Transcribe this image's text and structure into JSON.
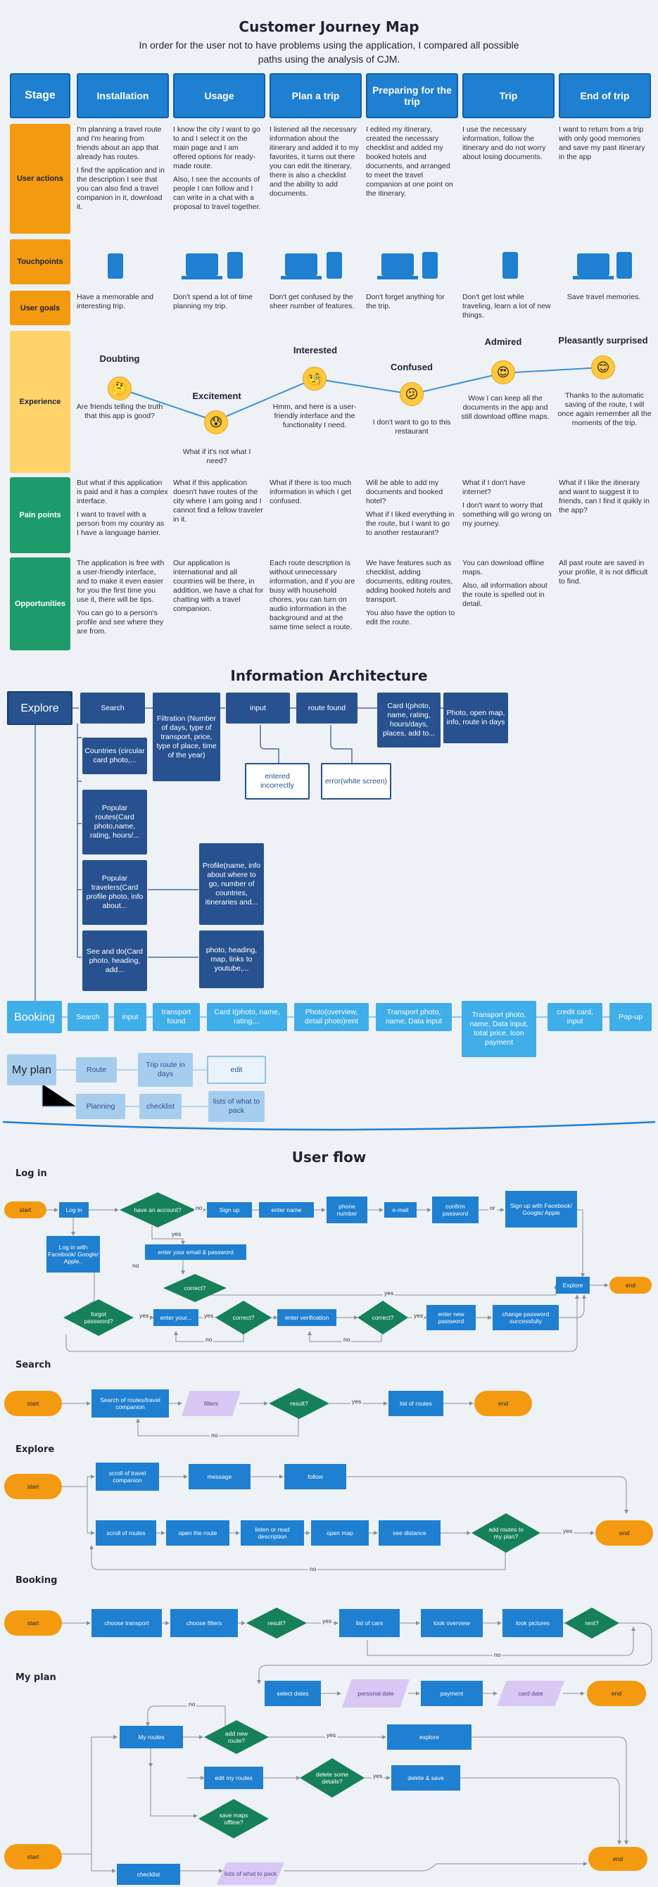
{
  "cjm": {
    "title": "Customer Journey Map",
    "subtitle": "In order for the user not to have problems using the application, I compared all possible paths using the analysis of CJM.",
    "stage_label": "Stage",
    "stages": [
      "Installation",
      "Usage",
      "Plan a trip",
      "Preparing for the trip",
      "Trip",
      "End of trip"
    ],
    "rows": {
      "user_actions": "User actions",
      "touchpoints": "Touchpoints",
      "user_goals": "User goals",
      "experience": "Experience",
      "pain_points": "Pain points",
      "opportunities": "Opportunities"
    },
    "actions": [
      [
        "I'm planning a travel route and I'm hearing from friends about an app that already has routes.",
        "I find the application and in the description I see that you can also find a travel companion in it, download it."
      ],
      [
        "I know the city I want to go to and I select it on the main page and I am offered options for ready-made route.",
        "Also, I see the accounts of people I can follow and I can write in a chat with a proposal to travel together."
      ],
      [
        "I listened all the necessary information about the itinerary and added it to my favorites, it turns out there you can edit the itinerary, there is also a checklist and the ability to add documents."
      ],
      [
        "I edited my itinerary, created the necessary checklist and added my booked hotels and documents, and arranged to meet the travel companion at one point on the itinerary."
      ],
      [
        "I use the necessary information, follow the itinerary and do not worry about losing documents."
      ],
      [
        "I want to return from a trip with only good memories and save my past itinerary in the app"
      ]
    ],
    "goals": [
      "Have a memorable and interesting trip.",
      "Don't spend a lot of time planning my trip.",
      "Don't get confused by the sheer number of features.",
      "Don't forget anything for the trip.",
      "Don't get lost while traveling, learn a lot of new things.",
      "Save travel memories."
    ],
    "experience": [
      {
        "title": "Doubting",
        "text": "Are friends telling the truth that this app is good?"
      },
      {
        "title": "Excitement",
        "text": "What if it's not what I need?"
      },
      {
        "title": "Interested",
        "text": "Hmm, and here is a user-friendly interface and the functionality I need."
      },
      {
        "title": "Confused",
        "text": "I don't want to go to this restaurant"
      },
      {
        "title": "Admired",
        "text": "Wow I can keep all the documents in the app and still download offline maps."
      },
      {
        "title": "Pleasantly surprised",
        "text": "Thanks to the automatic saving of the route, I will once again remember all the moments of the trip."
      }
    ],
    "pains": [
      [
        "But what if this application is paid and it has a complex interface.",
        "I want to travel with a person from my country as I have a language barrier."
      ],
      [
        "What if this application doesn't have routes of the city where I am going and I cannot find a fellow traveler in it."
      ],
      [
        "What if there is too much information in which I get confused."
      ],
      [
        "Will be able to add my documents and booked hotel?",
        "What if I liked everything in the route, but I want to go to another restaurant?"
      ],
      [
        "What if I don't have internet?",
        "I don't want to worry that something will go wrong on my journey."
      ],
      [
        "What if I like the itinerary and want to suggest it to friends, can I find it quikly in the app?"
      ]
    ],
    "opps": [
      [
        "The application is free with a user-friendly interface, and to make it even easier for you the first time you use it, there will be tips.",
        "You can go to a person's profile and see where they are from."
      ],
      [
        "Our application is international and all countries will be there, in addition, we have a chat for chatting with a travel companion."
      ],
      [
        "Each route description is without unnecessary information, and if you are busy with household chores, you can turn on audio information in the background and at the same time select a route."
      ],
      [
        "We have features such as checklist, adding documents, editing routes, adding booked hotels and transport.",
        "You also have the option to edit the route."
      ],
      [
        "You can download offline maps.",
        "Also, all information about the route is spelled out in detail."
      ],
      [
        "All past route are saved in your profile, it is not difficult to find."
      ]
    ]
  },
  "ia": {
    "title": "Information Architecture",
    "explore": "Explore",
    "search": "Search",
    "filtration": "Filtration (Number of days, type of transport, price, type of place, time of the year)",
    "input": "input",
    "route_found": "route found",
    "card_place": "Card I(photo, name, rating, hours/days, places, add to...",
    "photo_open_map": "Photo, open map, info, route in days",
    "entered_incorrectly": "entered incorrectly",
    "error_screen": "error(white screen)",
    "countries": "Countries (circular card photo,...",
    "popular_routes": "Popular routes(Card photo,name, rating, hours/...",
    "popular_travelers": "Popular travelers(Card profile photo, info about...",
    "profile": "Profile(name, info about where to go, number of countries, itineraries and...",
    "see_and_do": "See and do(Card photo, heading, add...",
    "photo_heading": "photo, heading, map, links to youtube,...",
    "booking": "Booking",
    "b_search": "Search",
    "b_input": "input",
    "transport_found": "transport found",
    "b_card": "Card I(photo, name, rating,...",
    "photo_overview": "Photo(overview, detail photo)rent",
    "transport_photo": "Transport photo, name, Data input",
    "transport_photo2": "Transport photo, name, Data input, total price, Icon payment",
    "credit_card": "credit card, input",
    "popup": "Pop-up",
    "my_plan": "My plan",
    "route": "Route",
    "trip_route": "Trip route in days",
    "edit": "edit",
    "planning": "Planning",
    "checklist": "checklist",
    "lists_pack": "lists of what to pack"
  },
  "uf": {
    "title": "User flow",
    "login": {
      "section": "Log in",
      "start": "start",
      "log_in": "Log in",
      "have_account": "have an account?",
      "no": "no",
      "yes": "yes",
      "sign_up": "Sign up",
      "enter_name": "enter name",
      "phone_number": "phone number",
      "email": "e-mail",
      "confirm_password": "confirm password",
      "or": "or",
      "sign_up_fb": "Sign up with Facebook/ Google/ Apple",
      "log_in_fb": "Log in with Facebook/ Google/ Apple..",
      "enter_email_pass": "enter your email & password",
      "correct": "correct?",
      "explore": "Explore",
      "end": "end",
      "forgot": "forgot password?",
      "enter_your": "enter your...",
      "enter_verification": "enter verification",
      "enter_new_password": "enter new password",
      "change_password": "change password successfully"
    },
    "search": {
      "section": "Search",
      "start": "start",
      "search_routes": "Search of routes/travel companion",
      "filters": "filters",
      "result": "result?",
      "yes": "yes",
      "list_routes": "list of routes",
      "end": "end",
      "no": "no"
    },
    "explore": {
      "section": "Explore",
      "start": "start",
      "scroll_companion": "scroll of travel companion",
      "message": "message",
      "follow": "follow",
      "scroll_routes": "scroll of routes",
      "open_route": "open the route",
      "listen_read": "listen or read description",
      "open_map": "open map",
      "see_distance": "see distance",
      "add_routes": "add routes to my plan?",
      "yes": "yes",
      "end": "end",
      "no": "no"
    },
    "booking": {
      "section": "Booking",
      "start": "start",
      "choose_transport": "choose transport",
      "choose_filters": "choose filters",
      "result": "result?",
      "yes": "yes",
      "list_cars": "list of cars",
      "look_overview": "look overview",
      "look_pictures": "look pictures",
      "rent": "rent?",
      "no": "no",
      "select_dates": "select dates",
      "personal_date": "personal date",
      "payment": "payment",
      "card_date": "card date",
      "end": "end"
    },
    "myplan": {
      "section": "My plan",
      "start": "start",
      "my_routes": "My routes",
      "add_new_route": "add new route?",
      "no": "no",
      "yes": "yes",
      "explore": "explore",
      "edit_routes": "edit my routes",
      "delete_details": "delete some details?",
      "delete_save": "delete & save",
      "save_maps": "save maps offline?",
      "checklist": "checklist",
      "lists_pack": "lists of what to pack",
      "end": "end"
    }
  }
}
